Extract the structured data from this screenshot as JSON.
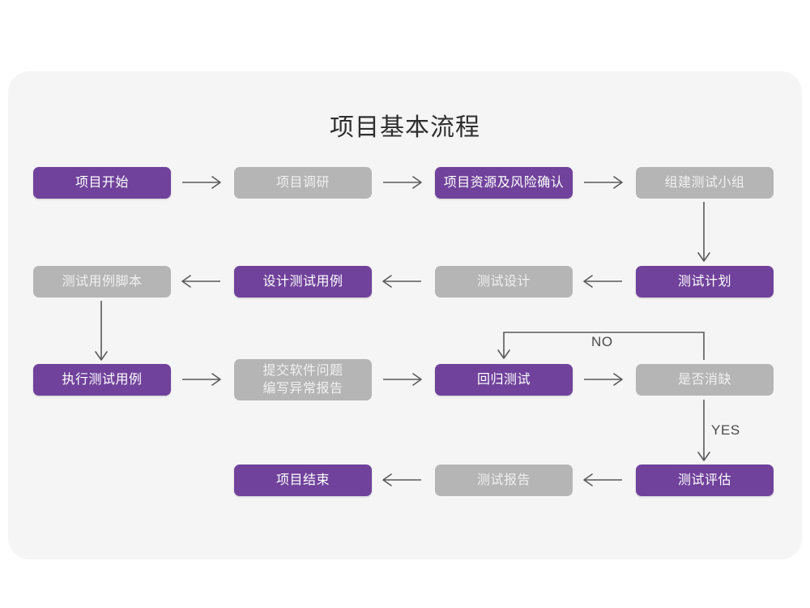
{
  "card": {
    "background": "#f5f5f6"
  },
  "title": "项目基本流程",
  "colors": {
    "purple": "#70429b",
    "gray": "#b5b5b5",
    "page_background": "#ffffff",
    "card_background": "#f5f5f6",
    "connector": "#5a5a5a",
    "title_text": "#2f2f2f"
  },
  "nodes": [
    {
      "id": "project-start",
      "label": "项目开始",
      "style": "purple",
      "row": 1,
      "col": 1
    },
    {
      "id": "project-research",
      "label": "项目调研",
      "style": "gray",
      "row": 1,
      "col": 2
    },
    {
      "id": "resource-risk",
      "label": "项目资源及风险确认",
      "style": "purple",
      "row": 1,
      "col": 3
    },
    {
      "id": "build-test-team",
      "label": "组建测试小组",
      "style": "gray",
      "row": 1,
      "col": 4
    },
    {
      "id": "test-case-script",
      "label": "测试用例脚本",
      "style": "gray",
      "row": 2,
      "col": 1
    },
    {
      "id": "design-test-case",
      "label": "设计测试用例",
      "style": "purple",
      "row": 2,
      "col": 2
    },
    {
      "id": "test-design",
      "label": "测试设计",
      "style": "gray",
      "row": 2,
      "col": 3
    },
    {
      "id": "test-plan",
      "label": "测试计划",
      "style": "purple",
      "row": 2,
      "col": 4
    },
    {
      "id": "execute-test-case",
      "label": "执行测试用例",
      "style": "purple",
      "row": 3,
      "col": 1
    },
    {
      "id": "submit-issue-report",
      "label": "提交软件问题\n编写异常报告",
      "style": "gray",
      "row": 3,
      "col": 2
    },
    {
      "id": "regression-test",
      "label": "回归测试",
      "style": "purple",
      "row": 3,
      "col": 3
    },
    {
      "id": "defect-cleared",
      "label": "是否消缺",
      "style": "gray",
      "row": 3,
      "col": 4
    },
    {
      "id": "project-end",
      "label": "项目结束",
      "style": "purple",
      "row": 4,
      "col": 2
    },
    {
      "id": "test-report",
      "label": "测试报告",
      "style": "gray",
      "row": 4,
      "col": 3
    },
    {
      "id": "test-evaluation",
      "label": "测试评估",
      "style": "purple",
      "row": 4,
      "col": 4
    }
  ],
  "branch_labels": {
    "no": "NO",
    "yes": "YES"
  },
  "flow": [
    {
      "from": "project-start",
      "to": "project-research",
      "direction": "right"
    },
    {
      "from": "project-research",
      "to": "resource-risk",
      "direction": "right"
    },
    {
      "from": "resource-risk",
      "to": "build-test-team",
      "direction": "right"
    },
    {
      "from": "build-test-team",
      "to": "test-plan",
      "direction": "down"
    },
    {
      "from": "test-plan",
      "to": "test-design",
      "direction": "left"
    },
    {
      "from": "test-design",
      "to": "design-test-case",
      "direction": "left"
    },
    {
      "from": "design-test-case",
      "to": "test-case-script",
      "direction": "left"
    },
    {
      "from": "test-case-script",
      "to": "execute-test-case",
      "direction": "down"
    },
    {
      "from": "execute-test-case",
      "to": "submit-issue-report",
      "direction": "right"
    },
    {
      "from": "submit-issue-report",
      "to": "regression-test",
      "direction": "right"
    },
    {
      "from": "regression-test",
      "to": "defect-cleared",
      "direction": "right"
    },
    {
      "from": "defect-cleared",
      "to": "regression-test",
      "direction": "feedback-up",
      "label": "NO"
    },
    {
      "from": "defect-cleared",
      "to": "test-evaluation",
      "direction": "down",
      "label": "YES"
    },
    {
      "from": "test-evaluation",
      "to": "test-report",
      "direction": "left"
    },
    {
      "from": "test-report",
      "to": "project-end",
      "direction": "left"
    }
  ]
}
